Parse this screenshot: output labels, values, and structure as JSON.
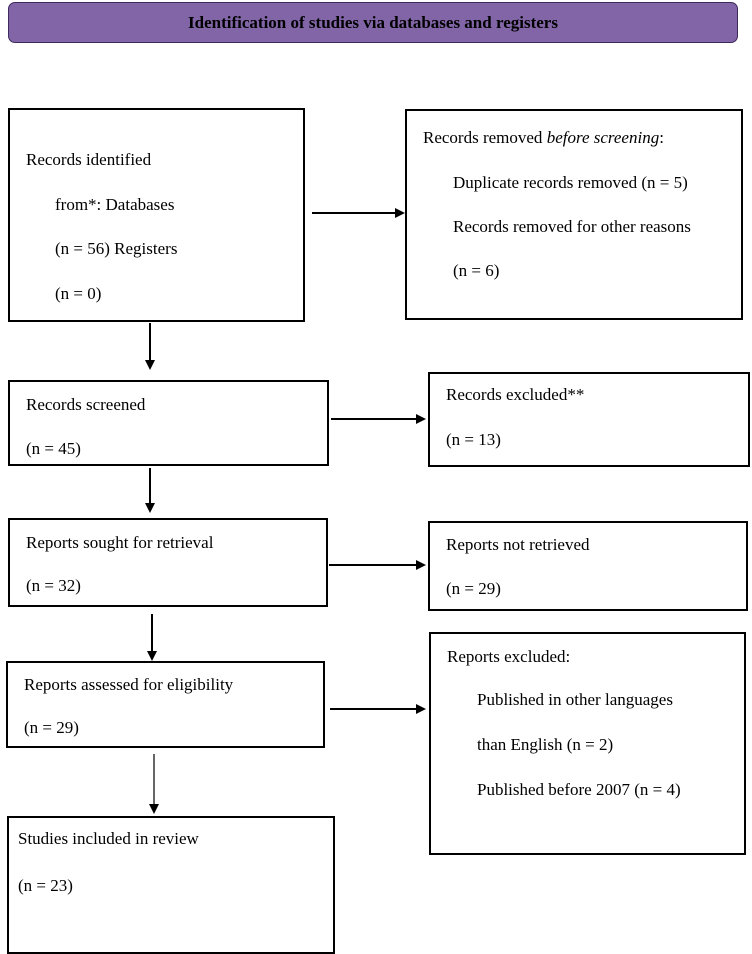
{
  "colors": {
    "header_fill": "#8165a6",
    "border": "#000000",
    "arrow": "#000000"
  },
  "header": {
    "title": "Identification of studies via databases and registers"
  },
  "identified": {
    "line1": "Records identified",
    "line2": "from*: Databases",
    "line3": "(n = 56) Registers",
    "line4": "(n = 0)"
  },
  "removed": {
    "title_prefix": "Records removed ",
    "title_italic": "before screening",
    "title_suffix": ":",
    "line1": "Duplicate records removed (n = 5)",
    "line2": "Records removed for other reasons",
    "line3": "(n = 6)"
  },
  "screened": {
    "label": "Records screened",
    "count": "(n = 45)"
  },
  "excluded": {
    "label": "Records excluded**",
    "count": "(n = 13)"
  },
  "sought": {
    "label": "Reports sought for retrieval",
    "count": "(n = 32)"
  },
  "not_retrieved": {
    "label": "Reports not retrieved",
    "count": "(n = 29)"
  },
  "assessed": {
    "label": "Reports assessed for eligibility",
    "count": "(n = 29)"
  },
  "reports_excluded": {
    "title": "Reports excluded:",
    "line1": "Published in other languages",
    "line2": "than English (n = 2)",
    "line3": "Published before 2007 (n = 4)"
  },
  "included": {
    "label": "Studies included in review",
    "count": "(n = 23)"
  }
}
